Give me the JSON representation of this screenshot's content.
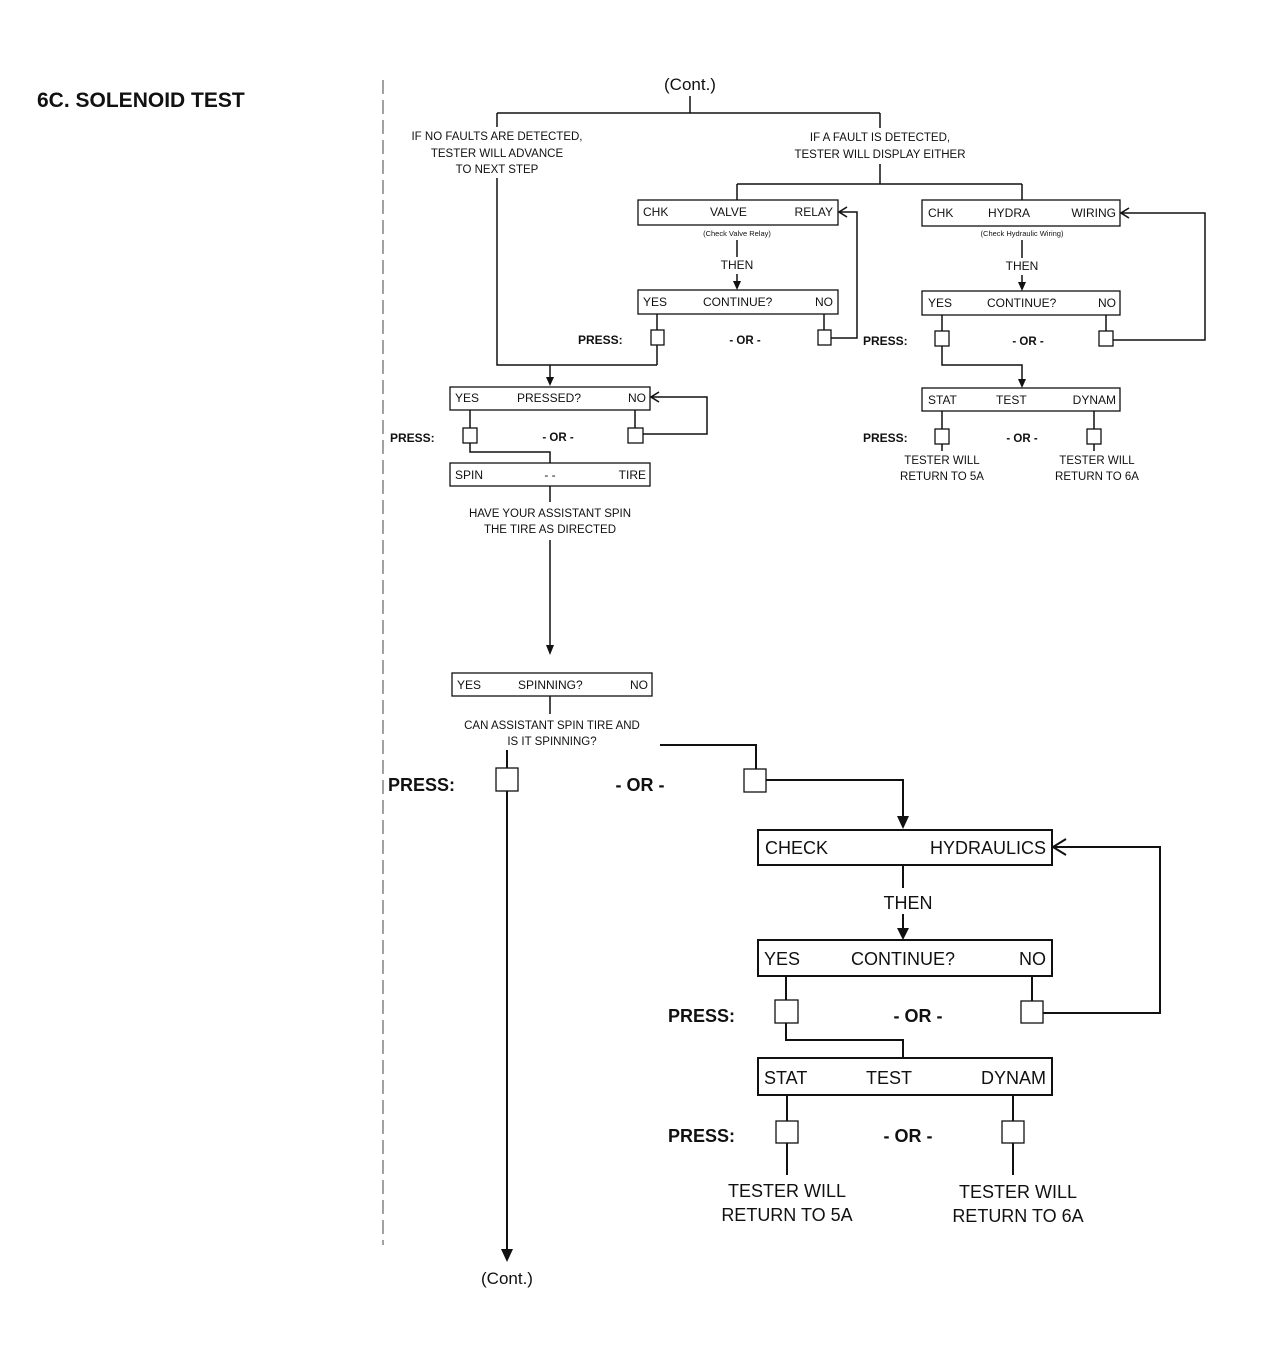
{
  "title": "6C. SOLENOID TEST",
  "cont_top": "(Cont.)",
  "cont_bottom": "(Cont.)",
  "labels": {
    "then": "THEN",
    "press": "PRESS:",
    "or": "- OR -"
  },
  "no_fault_note": [
    "IF NO FAULTS ARE DETECTED,",
    "TESTER WILL ADVANCE",
    "TO NEXT STEP"
  ],
  "fault_note": [
    "IF A FAULT IS DETECTED,",
    "TESTER WILL DISPLAY EITHER"
  ],
  "valve_relay": {
    "display": [
      "CHK",
      "VALVE",
      "RELAY"
    ],
    "caption": "(Check Valve Relay)",
    "prompt": [
      "YES",
      "CONTINUE?",
      "NO"
    ]
  },
  "hydraulic_wiring": {
    "display": [
      "CHK",
      "HYDRA",
      "WIRING"
    ],
    "caption": "(Check Hydraulic Wiring)",
    "prompt": [
      "YES",
      "CONTINUE?",
      "NO"
    ],
    "test_select": [
      "STAT",
      "TEST",
      "DYNAM"
    ],
    "outcomes": [
      [
        "TESTER WILL",
        "RETURN TO 5A"
      ],
      [
        "TESTER WILL",
        "RETURN TO 6A"
      ]
    ]
  },
  "pressed_check": {
    "prompt": [
      "YES",
      "PRESSED?",
      "NO"
    ]
  },
  "spin_tire": {
    "display": [
      "SPIN",
      "- -",
      "TIRE"
    ],
    "instruction": [
      "HAVE YOUR ASSISTANT SPIN",
      "THE TIRE AS DIRECTED"
    ]
  },
  "spinning_check": {
    "prompt": [
      "YES",
      "SPINNING?",
      "NO"
    ],
    "question": [
      "CAN ASSISTANT SPIN TIRE AND",
      "IS IT SPINNING?"
    ]
  },
  "check_hydraulics": {
    "display": [
      "CHECK",
      "HYDRAULICS"
    ],
    "prompt": [
      "YES",
      "CONTINUE?",
      "NO"
    ],
    "test_select": [
      "STAT",
      "TEST",
      "DYNAM"
    ],
    "outcomes": [
      [
        "TESTER WILL",
        "RETURN TO 5A"
      ],
      [
        "TESTER WILL",
        "RETURN TO 6A"
      ]
    ]
  }
}
